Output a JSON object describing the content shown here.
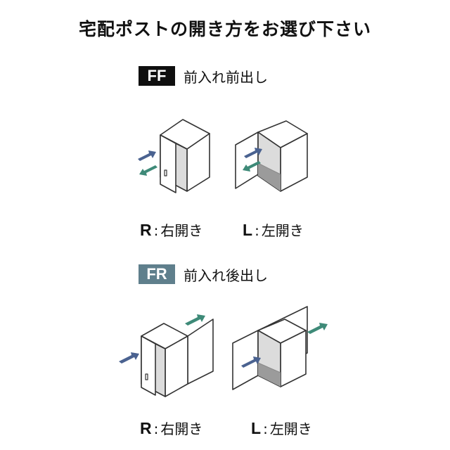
{
  "title": "宅配ポストの開き方をお選び下さい",
  "sections": [
    {
      "code": "FF",
      "label": "前入れ前出し",
      "options": [
        {
          "letter": "R",
          "separator": ":",
          "text": "右開き"
        },
        {
          "letter": "L",
          "separator": ":",
          "text": "左開き"
        }
      ]
    },
    {
      "code": "FR",
      "label": "前入れ後出し",
      "options": [
        {
          "letter": "R",
          "separator": ":",
          "text": "右開き"
        },
        {
          "letter": "L",
          "separator": ":",
          "text": "左開き"
        }
      ]
    }
  ],
  "colors": {
    "ff_badge": "#0f0f0f",
    "fr_badge": "#5f7f8c",
    "arrow_in": "#4a6290",
    "arrow_out": "#3e8a78",
    "interior_light": "#dcdcdc",
    "interior_dark": "#9b9b9b"
  }
}
